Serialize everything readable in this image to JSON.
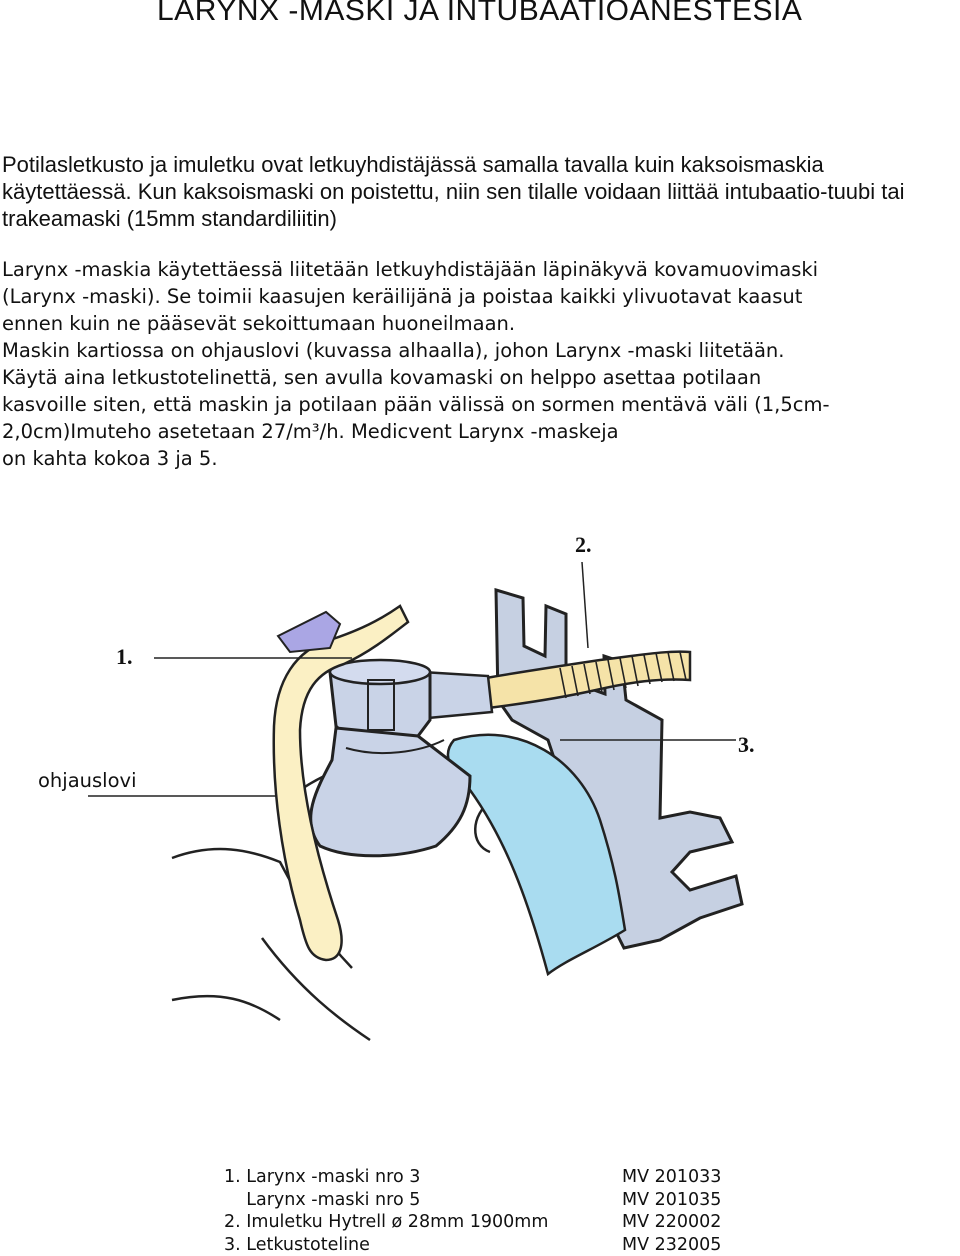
{
  "title": "LARYNX -MASKI  JA INTUBAATIOANESTESIA",
  "paragraph1": "Potilasletkusto ja imuletku ovat letkuyhdistäjässä samalla tavalla kuin kaksoismaskia käytettäessä. Kun kaksoismaski on poistettu, niin sen tilalle voidaan liittää intubaatio-tuubi tai trakeamaski (15mm standardiliitin)",
  "paragraph2_lines": [
    "Larynx -maskia käytettäessä liitetään letkuyhdistäjään läpinäkyvä kovamuovimaski",
    "(Larynx -maski). Se toimii  kaasujen keräilijänä ja  poistaa kaikki ylivuotavat kaasut",
    "ennen kuin ne pääsevät sekoittumaan huoneilmaan.",
    "Maskin kartiossa on ohjauslovi (kuvassa alhaalla), johon Larynx -maski liitetään.",
    "Käytä aina letkustotelinettä, sen avulla kovamaski on helppo asettaa potilaan",
    "kasvoille siten, että maskin ja potilaan pään välissä on sormen mentävä väli (1,5cm-",
    "2,0cm)Imuteho asetetaan 27/m³/h. Medicvent Larynx -maskeja",
    "on kahta kokoa 3 ja 5."
  ],
  "figure": {
    "label_1": "1.",
    "label_2": "2.",
    "label_3": "3.",
    "label_ohjauslovi": "ohjauslovi",
    "colors": {
      "mask_blue": "#c9d3e7",
      "stand_blue": "#c6d0e2",
      "sheet_blue": "#a9dcf0",
      "tube_yellow": "#fbf0c4",
      "hose_yellow": "#f5e3a8",
      "violet": "#aaa6e4",
      "outline": "#222222"
    }
  },
  "legend": [
    {
      "name": "1. Larynx -maski nro 3",
      "code": "MV 201033"
    },
    {
      "name": "    Larynx -maski nro 5",
      "code": "MV 201035"
    },
    {
      "name": "2. Imuletku Hytrell ø 28mm 1900mm",
      "code": "MV 220002"
    },
    {
      "name": "3. Letkustoteline",
      "code": "MV 232005"
    }
  ]
}
